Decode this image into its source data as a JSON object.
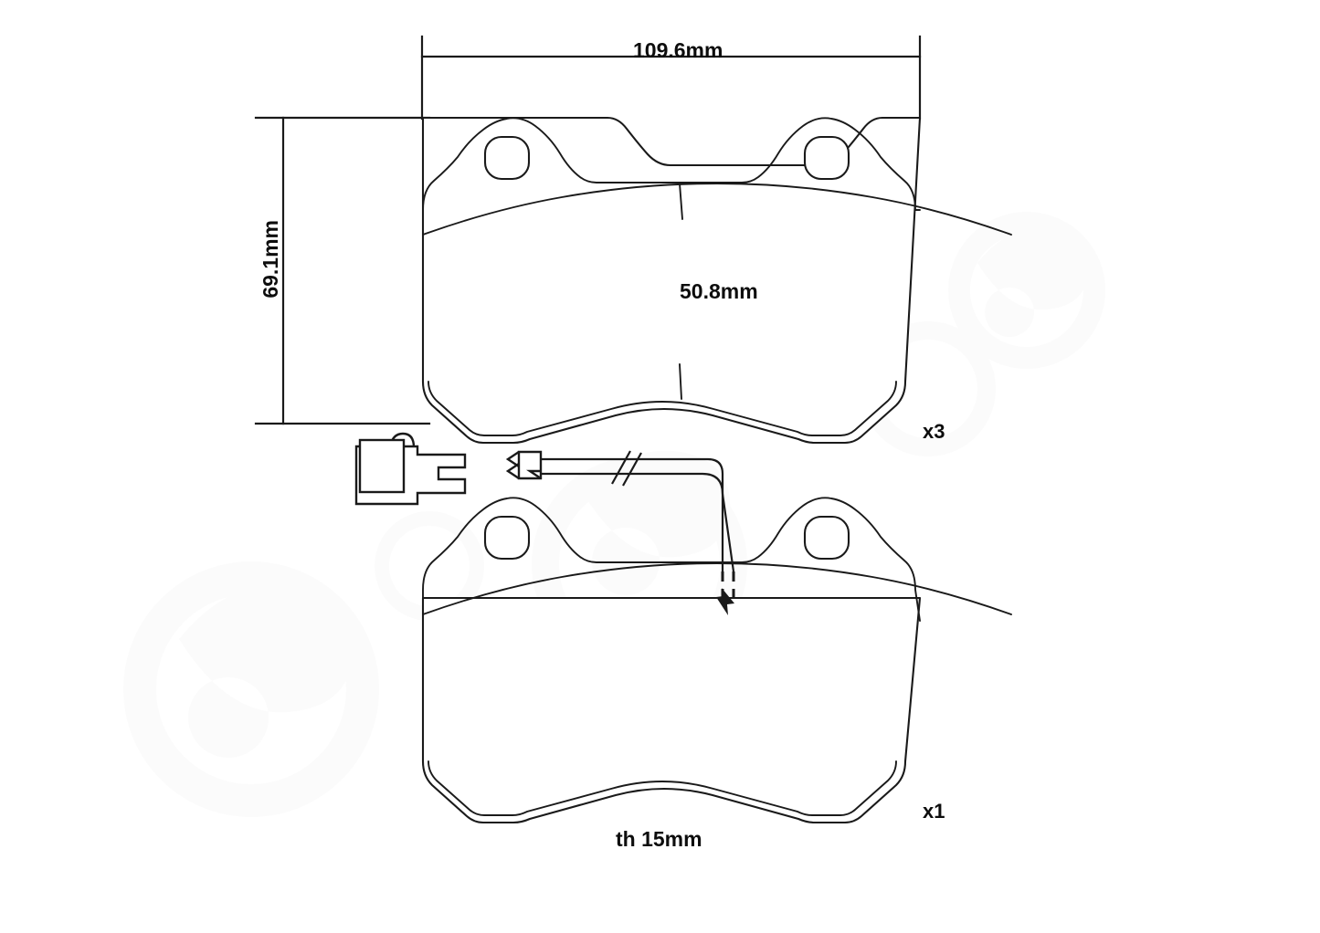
{
  "diagram": {
    "title": "Brake Pad Set Technical Drawing",
    "subject": "disc-brake-pad-with-wear-sensor"
  },
  "dimensions": {
    "width": "109.6mm",
    "height": "69.1mm",
    "friction_height": "50.8mm",
    "thickness": "th 15mm"
  },
  "quantities": {
    "upper_pad": "x3",
    "lower_pad": "x1"
  },
  "parts": {
    "upper_pad_name": "brake-pad-plain",
    "lower_pad_name": "brake-pad-with-sensor",
    "sensor_name": "wear-sensor-connector",
    "wire_name": "sensor-wire"
  },
  "colors": {
    "line": "#1a1a1a",
    "fill": "#ffffff",
    "background": "#ffffff",
    "watermark": "#fbfbfb"
  },
  "icons": {
    "mounting_hole": "mounting-hole-icon",
    "break_symbol": "wire-break-icon",
    "arrow": "pointer-arrow-icon"
  }
}
